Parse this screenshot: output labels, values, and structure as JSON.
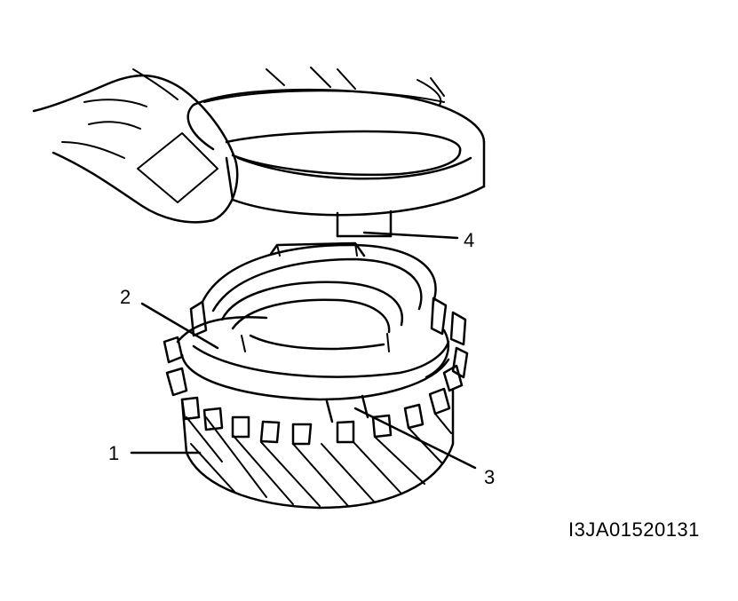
{
  "labels": {
    "part_1": "1",
    "part_2": "2",
    "part_3": "3",
    "part_4": "4"
  },
  "figure_code": "I3JA01520131",
  "icons": {
    "finger": "finger-icon",
    "synchronizer_sleeve": "sleeve-ring-icon",
    "synchronizer_ring": "synchro-ring-icon",
    "gear": "helical-gear-icon"
  }
}
